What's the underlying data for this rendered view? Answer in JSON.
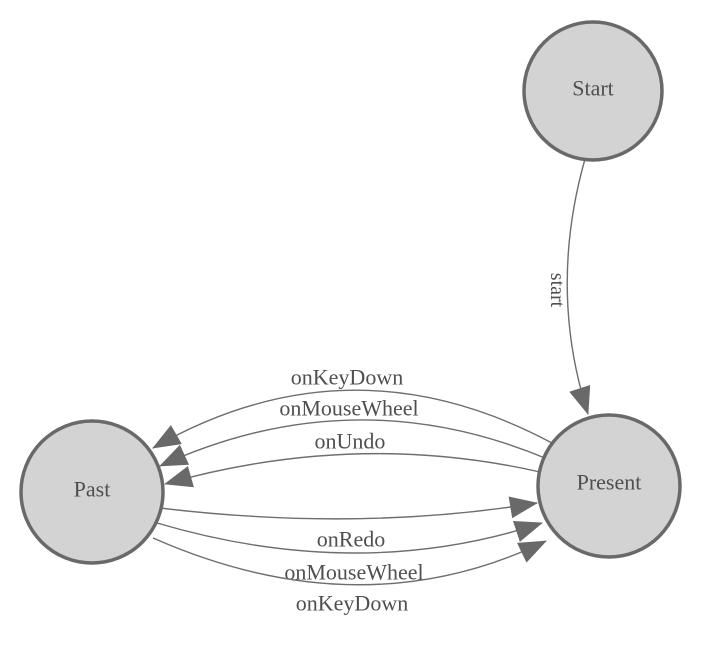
{
  "diagram": {
    "nodes": {
      "start": {
        "label": "Start"
      },
      "present": {
        "label": "Present"
      },
      "past": {
        "label": "Past"
      }
    },
    "edges": {
      "start_to_present": {
        "label": "start"
      },
      "present_to_past": [
        {
          "label": "onKeyDown"
        },
        {
          "label": "onMouseWheel"
        },
        {
          "label": "onUndo"
        }
      ],
      "past_to_present": [
        {
          "label": "onRedo"
        },
        {
          "label": "onMouseWheel"
        },
        {
          "label": "onKeyDown"
        }
      ]
    },
    "colors": {
      "node_fill": "#d3d3d3",
      "node_stroke": "#696969",
      "edge_stroke": "#6e6e6e",
      "arrow_fill": "#696969",
      "label_text": "#4f4f4f"
    }
  }
}
